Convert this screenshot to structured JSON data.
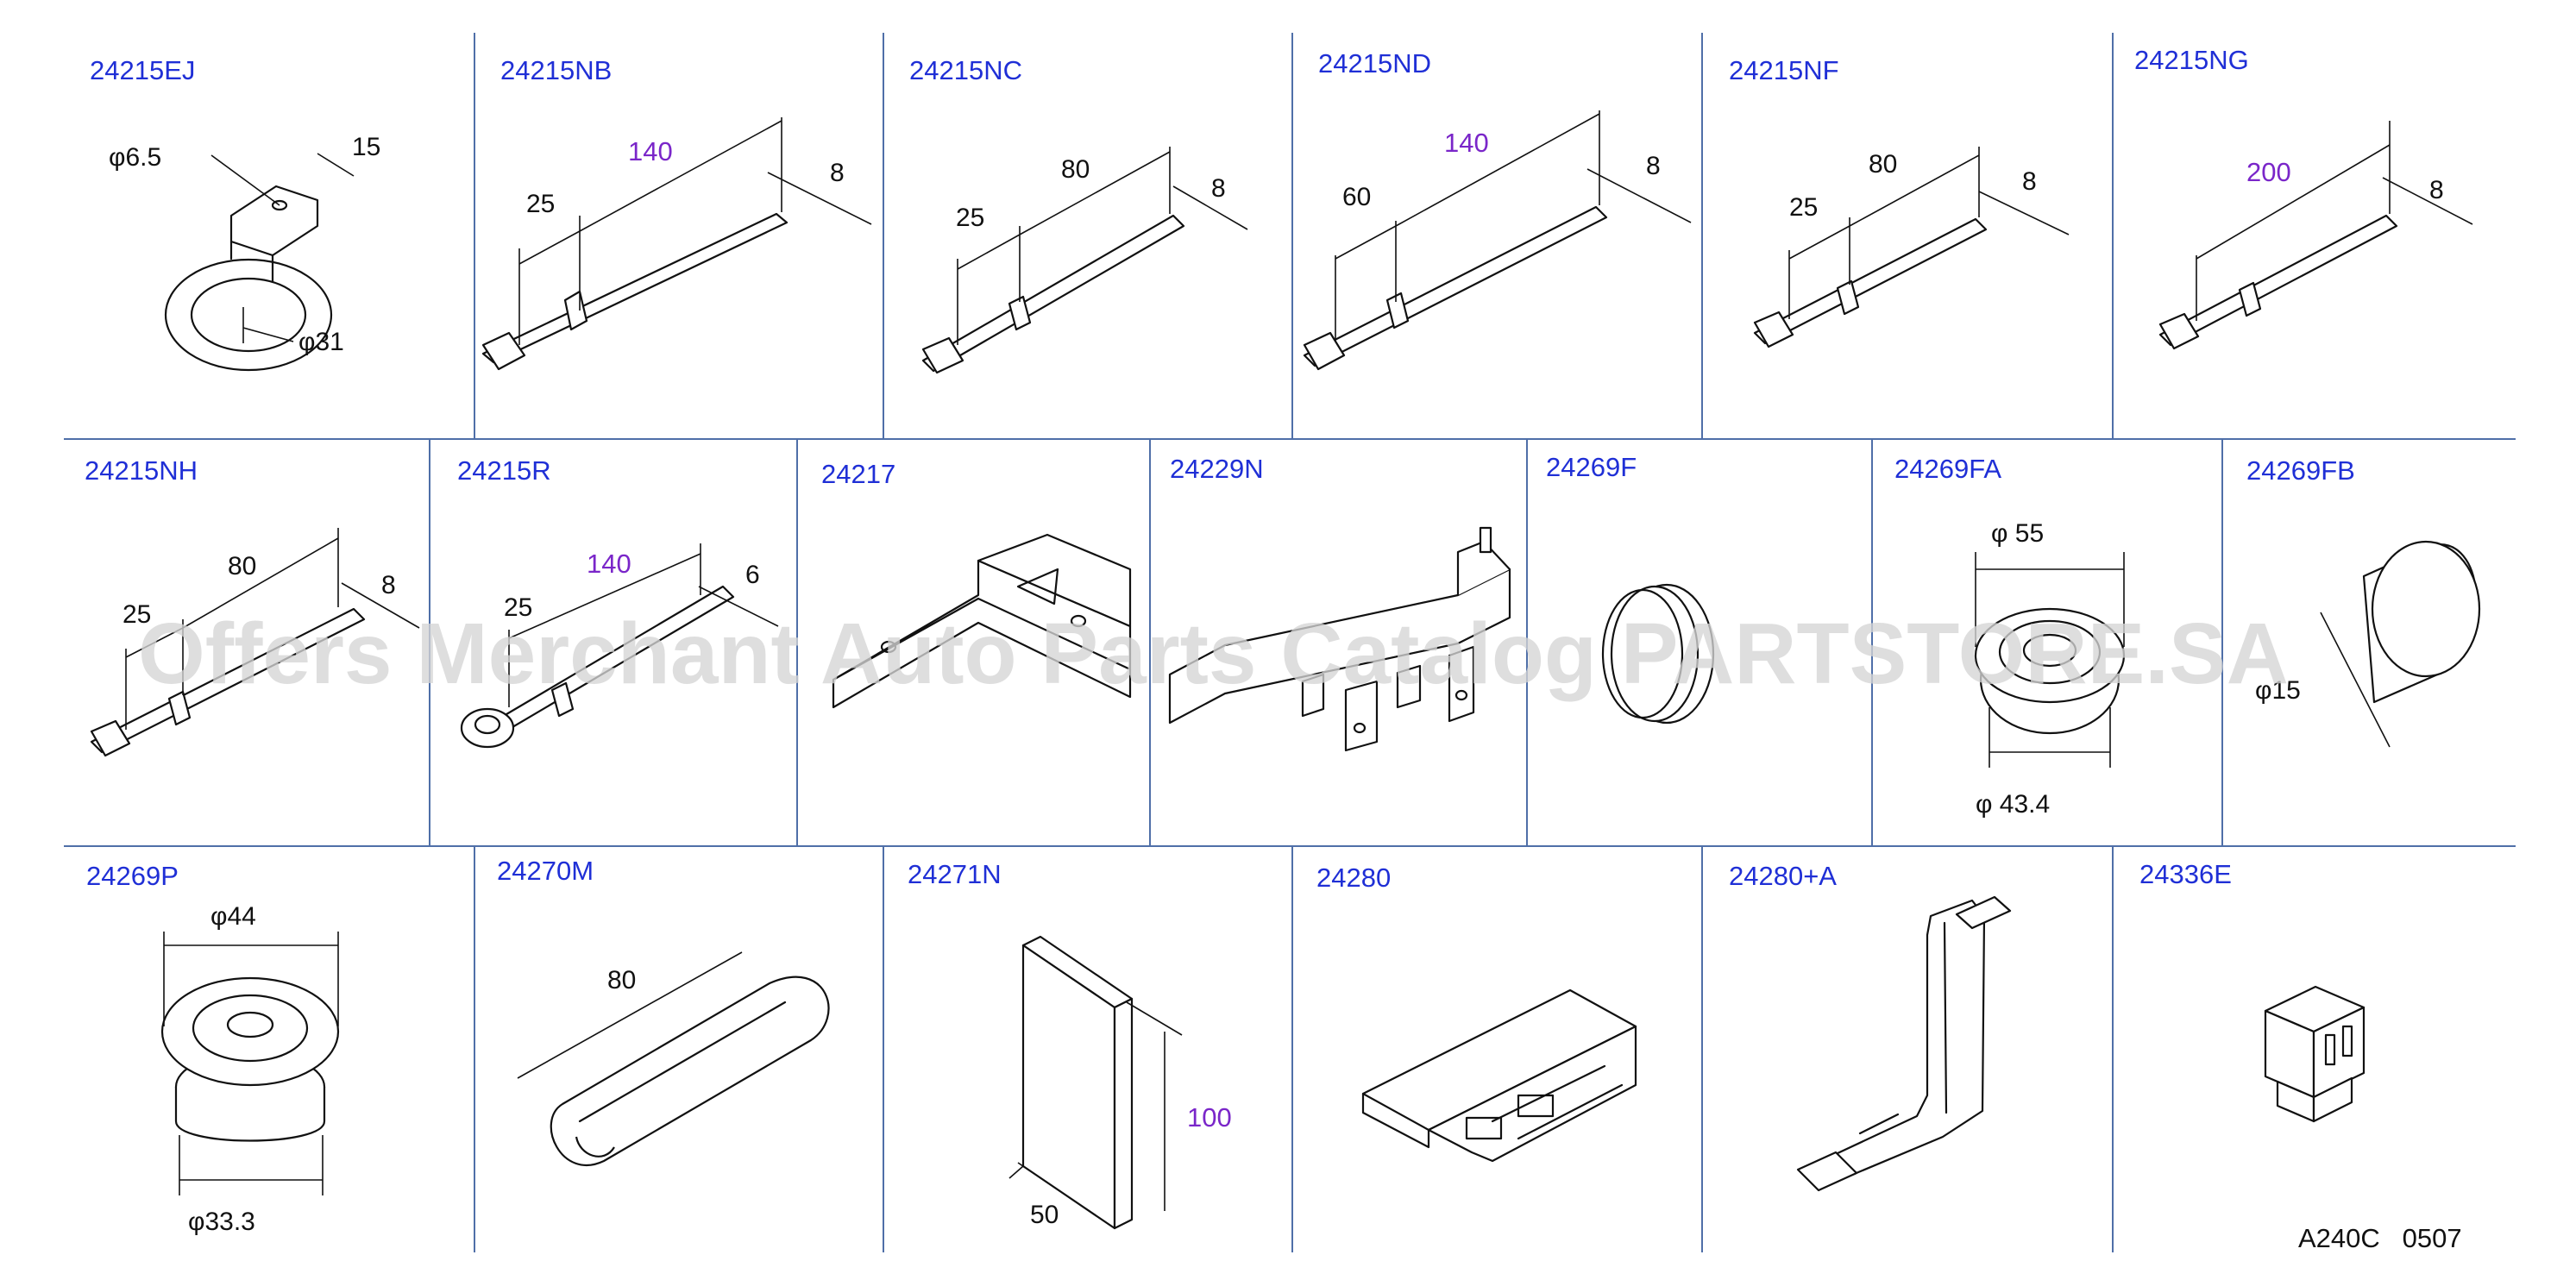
{
  "rows": [
    [
      {
        "code": "24215EJ",
        "dims": [
          "φ6.5",
          "15",
          "φ31"
        ]
      },
      {
        "code": "24215NB",
        "dims": [
          "140",
          "25",
          "8"
        ]
      },
      {
        "code": "24215NC",
        "dims": [
          "80",
          "25",
          "8"
        ]
      },
      {
        "code": "24215ND",
        "dims": [
          "140",
          "60",
          "8"
        ]
      },
      {
        "code": "24215NF",
        "dims": [
          "80",
          "25",
          "8"
        ]
      },
      {
        "code": "24215NG",
        "dims": [
          "200",
          "8"
        ]
      }
    ],
    [
      {
        "code": "24215NH",
        "dims": [
          "80",
          "25",
          "8"
        ]
      },
      {
        "code": "24215R",
        "dims": [
          "140",
          "25",
          "6"
        ]
      },
      {
        "code": "24217",
        "dims": []
      },
      {
        "code": "24229N",
        "dims": []
      },
      {
        "code": "24269F",
        "dims": []
      },
      {
        "code": "24269FA",
        "dims": [
          "φ 55",
          "φ 43.4"
        ]
      },
      {
        "code": "24269FB",
        "dims": [
          "φ15"
        ]
      }
    ],
    [
      {
        "code": "24269P",
        "dims": [
          "φ44",
          "φ33.3"
        ]
      },
      {
        "code": "24270M",
        "dims": [
          "80"
        ]
      },
      {
        "code": "24271N",
        "dims": [
          "100",
          "50"
        ]
      },
      {
        "code": "24280",
        "dims": []
      },
      {
        "code": "24280+A",
        "dims": []
      },
      {
        "code": "24336E",
        "dims": []
      }
    ]
  ],
  "watermark": "Offers Merchant Auto Parts Catalog PARTSTORE.SA",
  "reference": "A240C   0507",
  "colors": {
    "code_text": "#1f2fd6",
    "purple_dim": "#7a26c9",
    "grid": "#4f6fa8",
    "watermark": "#d5d5d5"
  }
}
